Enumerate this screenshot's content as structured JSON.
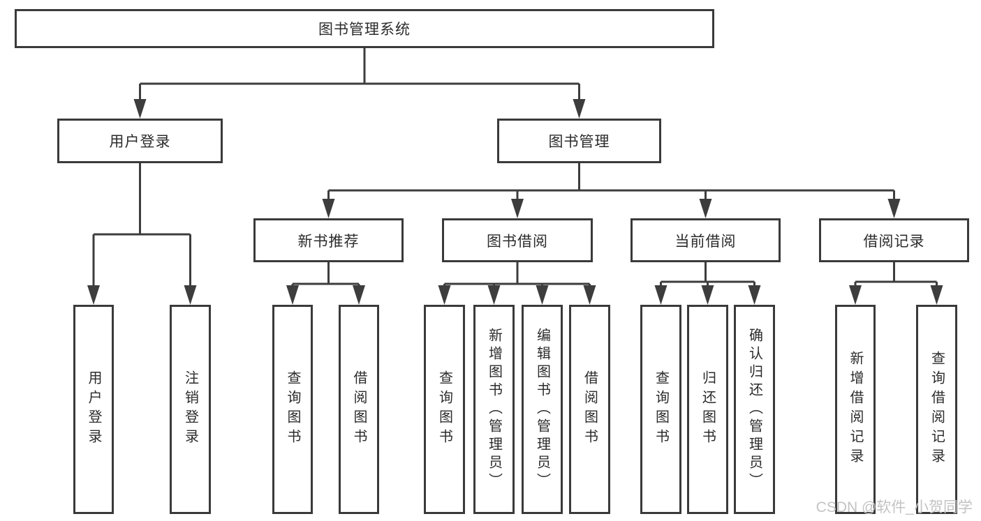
{
  "diagram": {
    "type": "hierarchy-tree",
    "root": {
      "label": "图书管理系统",
      "children": [
        {
          "label": "用户登录",
          "children": [
            {
              "label": "用户登录"
            },
            {
              "label": "注销登录"
            }
          ]
        },
        {
          "label": "图书管理",
          "children": [
            {
              "label": "新书推荐",
              "children": [
                {
                  "label": "查询图书"
                },
                {
                  "label": "借阅图书"
                }
              ]
            },
            {
              "label": "图书借阅",
              "children": [
                {
                  "label": "查询图书"
                },
                {
                  "label": "新增图书（管理员）"
                },
                {
                  "label": "编辑图书（管理员）"
                },
                {
                  "label": "借阅图书"
                }
              ]
            },
            {
              "label": "当前借阅",
              "children": [
                {
                  "label": "查询图书"
                },
                {
                  "label": "归还图书"
                },
                {
                  "label": "确认归还（管理员）"
                }
              ]
            },
            {
              "label": "借阅记录",
              "children": [
                {
                  "label": "新增借阅记录"
                },
                {
                  "label": "查询借阅记录"
                }
              ]
            }
          ]
        }
      ]
    }
  },
  "watermark": {
    "text": "CSDN @软件_小贺同学"
  },
  "colors": {
    "line": "#3d3d3d",
    "box_border": "#3a3a3a",
    "text": "#2b2b2b",
    "background": "#ffffff",
    "watermark": "#c3c3c3"
  }
}
